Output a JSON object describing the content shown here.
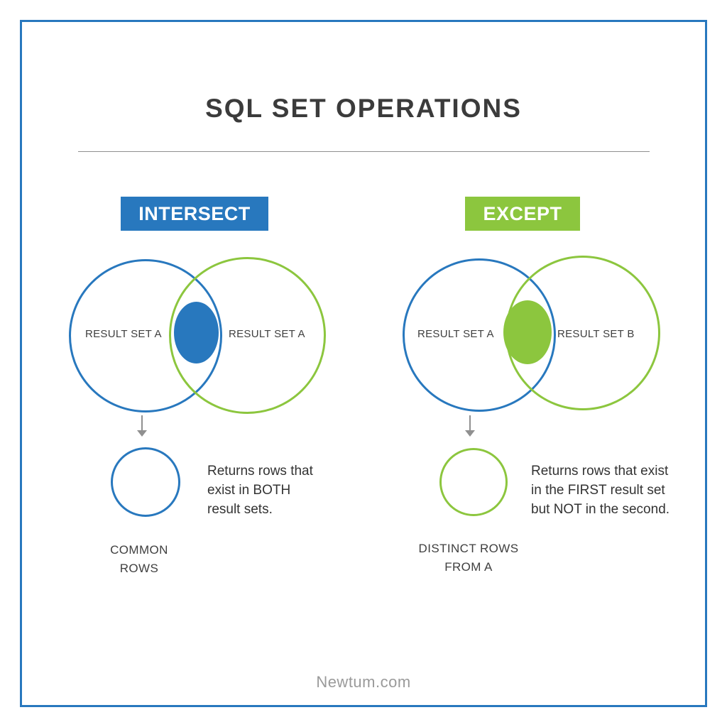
{
  "page": {
    "title": "SQL SET OPERATIONS",
    "footer": "Newtum.com"
  },
  "colors": {
    "blue": "#2878be",
    "green": "#8cc63e",
    "text_dark": "#3b3b3b",
    "arrow_gray": "#909090"
  },
  "intersect": {
    "badge": "INTERSECT",
    "left_circle_label": "RESULT SET A",
    "right_circle_label": "RESULT SET A",
    "description_lines": [
      "Returns rows that",
      "exist in BOTH",
      "result sets."
    ],
    "result_label_lines": [
      "COMMON",
      "ROWS"
    ]
  },
  "except": {
    "badge": "EXCEPT",
    "left_circle_label": "RESULT SET A",
    "right_circle_label": "RESULT SET B",
    "description_lines": [
      "Returns rows that exist",
      "in the FIRST result set",
      "but NOT in the second."
    ],
    "result_label_lines": [
      "DISTINCT ROWS",
      "FROM A"
    ]
  }
}
